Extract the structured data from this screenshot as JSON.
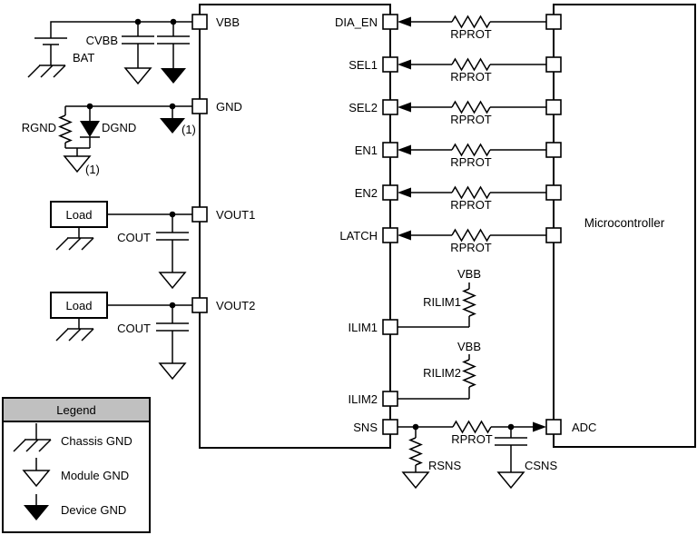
{
  "schematic": {
    "device": {
      "left_pins": [
        "VBB",
        "GND",
        "VOUT1",
        "VOUT2"
      ],
      "right_pins": [
        "DIA_EN",
        "SEL1",
        "SEL2",
        "EN1",
        "EN2",
        "LATCH",
        "ILIM1",
        "ILIM2",
        "SNS"
      ]
    },
    "microcontroller": {
      "label": "Microcontroller",
      "adc_pin": "ADC"
    },
    "labels": {
      "bat": "BAT",
      "cvbb": "CVBB",
      "rgnd": "RGND",
      "dgnd": "DGND",
      "note1": "(1)",
      "load": "Load",
      "cout": "COUT",
      "rprot": "RPROT",
      "vbb_net": "VBB",
      "rilim1": "RILIM1",
      "rilim2": "RILIM2",
      "rsns": "RSNS",
      "csns": "CSNS"
    },
    "legend": {
      "title": "Legend",
      "items": [
        "Chassis GND",
        "Module GND",
        "Device GND"
      ]
    },
    "colors": {
      "line": "#000000",
      "legend_header": "#c0c0c0",
      "background": "#ffffff"
    }
  }
}
